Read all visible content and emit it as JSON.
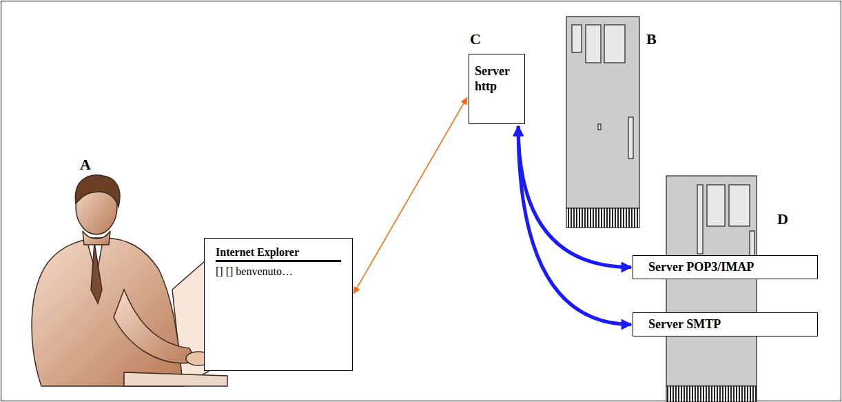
{
  "diagram": {
    "nodes": [
      {
        "text": [
          "Internet Explorer",
          "[] [] benvenuto…"
        ]
      },
      {
        "text": [
          "Server http"
        ]
      },
      {
        "text": [
          "Server POP3/IMAP"
        ]
      },
      {
        "text": [
          "Server SMTP"
        ]
      }
    ],
    "edges": [
      {
        "from": 0,
        "to": 1,
        "arrow": "both"
      },
      {
        "from": 1,
        "to": 2,
        "arrow": "both"
      },
      {
        "from": 1,
        "to": 3,
        "arrow": "both"
      }
    ],
    "labels": [
      "A",
      "B",
      "C",
      "D"
    ]
  }
}
